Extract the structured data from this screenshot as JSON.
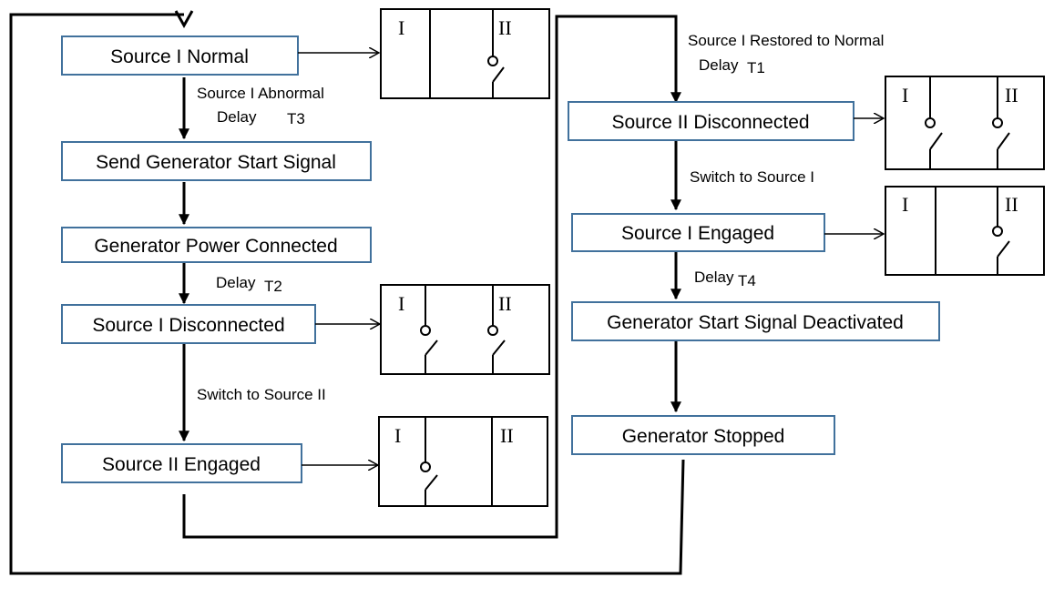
{
  "steps": {
    "source1_normal": "Source I Normal",
    "send_gen_start": "Send Generator Start Signal",
    "gen_power_connected": "Generator Power Connected",
    "source1_disconnected": "Source I Disconnected",
    "source2_engaged": "Source II Engaged",
    "source2_disconnected": "Source II Disconnected",
    "source1_engaged": "Source I Engaged",
    "gen_start_deactivated": "Generator Start Signal Deactivated",
    "gen_stopped": "Generator Stopped"
  },
  "transitions": {
    "source1_abnormal": "Source I Abnormal",
    "delay_t3": "Delay",
    "t3": "T3",
    "delay_t2": "Delay",
    "t2": "T2",
    "switch_to_source2": "Switch to Source II",
    "source1_restored": "Source I Restored to Normal",
    "delay_t1": "Delay",
    "t1": "T1",
    "switch_to_source1": "Switch to Source I",
    "delay_t4": "Delay",
    "t4": "T4"
  },
  "switch_panel": {
    "label_source1": "I",
    "label_source2": "II"
  },
  "colors": {
    "box_border": "#41719c",
    "lines": "#000000"
  }
}
